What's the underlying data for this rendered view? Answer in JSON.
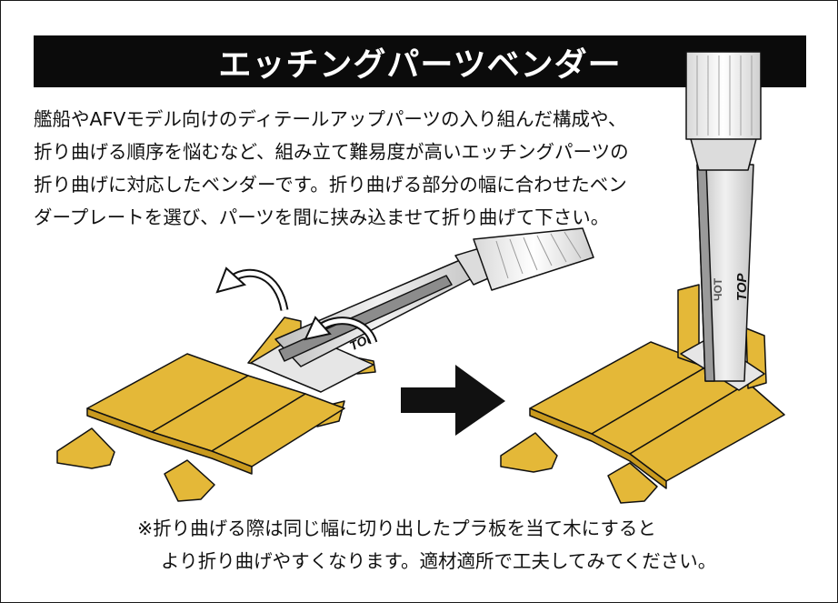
{
  "title": "エッチングパーツベンダー",
  "description_lines": [
    "艦船やAFVモデル向けのディテールアップパーツの入り組んだ構成や、",
    "折り曲げる順序を悩むなど、組み立て難易度が高いエッチングパーツの",
    "折り曲げに対応したベンダーです。折り曲げる部分の幅に合わせたベン",
    "ダープレートを選び、パーツを間に挟み込ませて折り曲げて下さい。"
  ],
  "note_lines": [
    "※折り曲げる際は同じ幅に切り出したプラ板を当て木にすると",
    "より折り曲げやすくなります。適材適所で工夫してみてください。"
  ],
  "tool_label_left": "TOP",
  "tool_label_right": "TOP",
  "tool_label_right_back": "ЧОТ",
  "colors": {
    "title_bg": "#0b0b0b",
    "part_gold": "#e4b838",
    "part_gold_dark": "#c99a1e",
    "plate_silver": "#d9d9d9",
    "arrow": "#111111"
  }
}
